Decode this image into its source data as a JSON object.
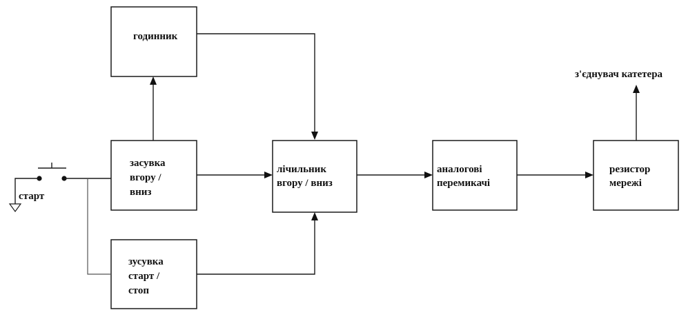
{
  "blocks": {
    "clock": {
      "line1": "годинник"
    },
    "updown_latch": {
      "line1": "засувка",
      "line2": "вгору /",
      "line3": "вниз"
    },
    "startstop_latch": {
      "line1": "зусувка",
      "line2": "старт /",
      "line3": "стоп"
    },
    "counter": {
      "line1": "лічильник",
      "line2": "вгору / вниз"
    },
    "analog_switches": {
      "line1": "аналогові",
      "line2": "перемикачі"
    },
    "resistor_network": {
      "line1": "резистор",
      "line2": "мережі"
    }
  },
  "labels": {
    "start": "старт",
    "catheter_connector": "з'єднувач катетера"
  }
}
